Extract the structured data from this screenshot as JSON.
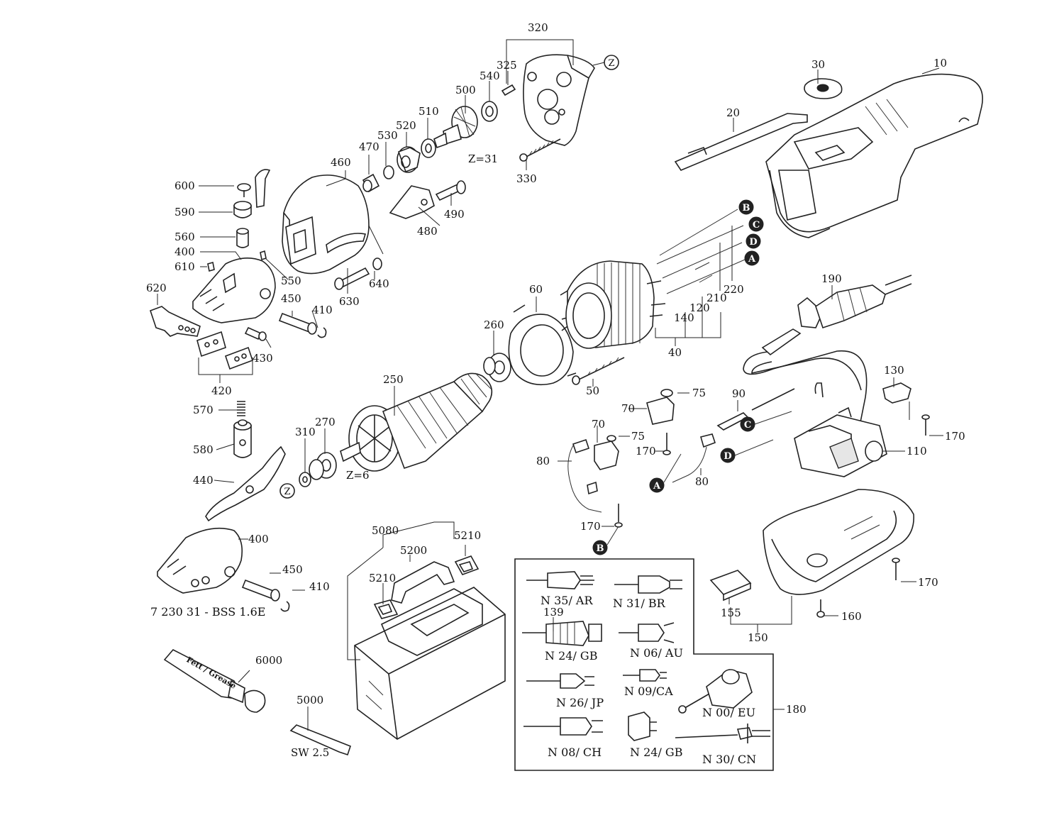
{
  "diagram": {
    "part_numbers": {
      "p10": "10",
      "p20": "20",
      "p30": "30",
      "p40": "40",
      "p50": "50",
      "p60": "60",
      "p70a": "70",
      "p70b": "70",
      "p75a": "75",
      "p75b": "75",
      "p80a": "80",
      "p80b": "80",
      "p90": "90",
      "p110": "110",
      "p120": "120",
      "p130": "130",
      "p139": "139",
      "p140": "140",
      "p150": "150",
      "p155": "155",
      "p160": "160",
      "p170a": "170",
      "p170b": "170",
      "p170c": "170",
      "p170d": "170",
      "p180": "180",
      "p190": "190",
      "p210": "210",
      "p220": "220",
      "p250": "250",
      "p260": "260",
      "p270": "270",
      "p310": "310",
      "p320": "320",
      "p325": "325",
      "p330": "330",
      "p400a": "400",
      "p400b": "400",
      "p410a": "410",
      "p410b": "410",
      "p420": "420",
      "p430": "430",
      "p440": "440",
      "p450a": "450",
      "p450b": "450",
      "p460": "460",
      "p470": "470",
      "p480": "480",
      "p490": "490",
      "p500": "500",
      "p510": "510",
      "p520": "520",
      "p530": "530",
      "p540": "540",
      "p550": "550",
      "p560": "560",
      "p570": "570",
      "p580": "580",
      "p590": "590",
      "p600": "600",
      "p610": "610",
      "p620": "620",
      "p630": "630",
      "p640": "640",
      "p5000": "5000",
      "p5080": "5080",
      "p5200": "5200",
      "p5210a": "5210",
      "p5210b": "5210",
      "p6000": "6000"
    },
    "annotations": {
      "z31": "Z=31",
      "z6": "Z=6",
      "variant": "7 230 31 - BSS 1.6E",
      "sw": "SW 2.5",
      "grease": "Fett / Grease"
    },
    "markers": {
      "Z": "Z",
      "A": "A",
      "B": "B",
      "C": "C",
      "D": "D"
    },
    "plugs": {
      "n35": "N 35/ AR",
      "n31": "N 31/ BR",
      "n24a": "N 24/ GB",
      "n06": "N 06/ AU",
      "n09": "N 09/CA",
      "n26": "N 26/ JP",
      "n00": "N 00/ EU",
      "n08": "N 08/ CH",
      "n24b": "N 24/ GB",
      "n30": "N 30/ CN"
    }
  }
}
